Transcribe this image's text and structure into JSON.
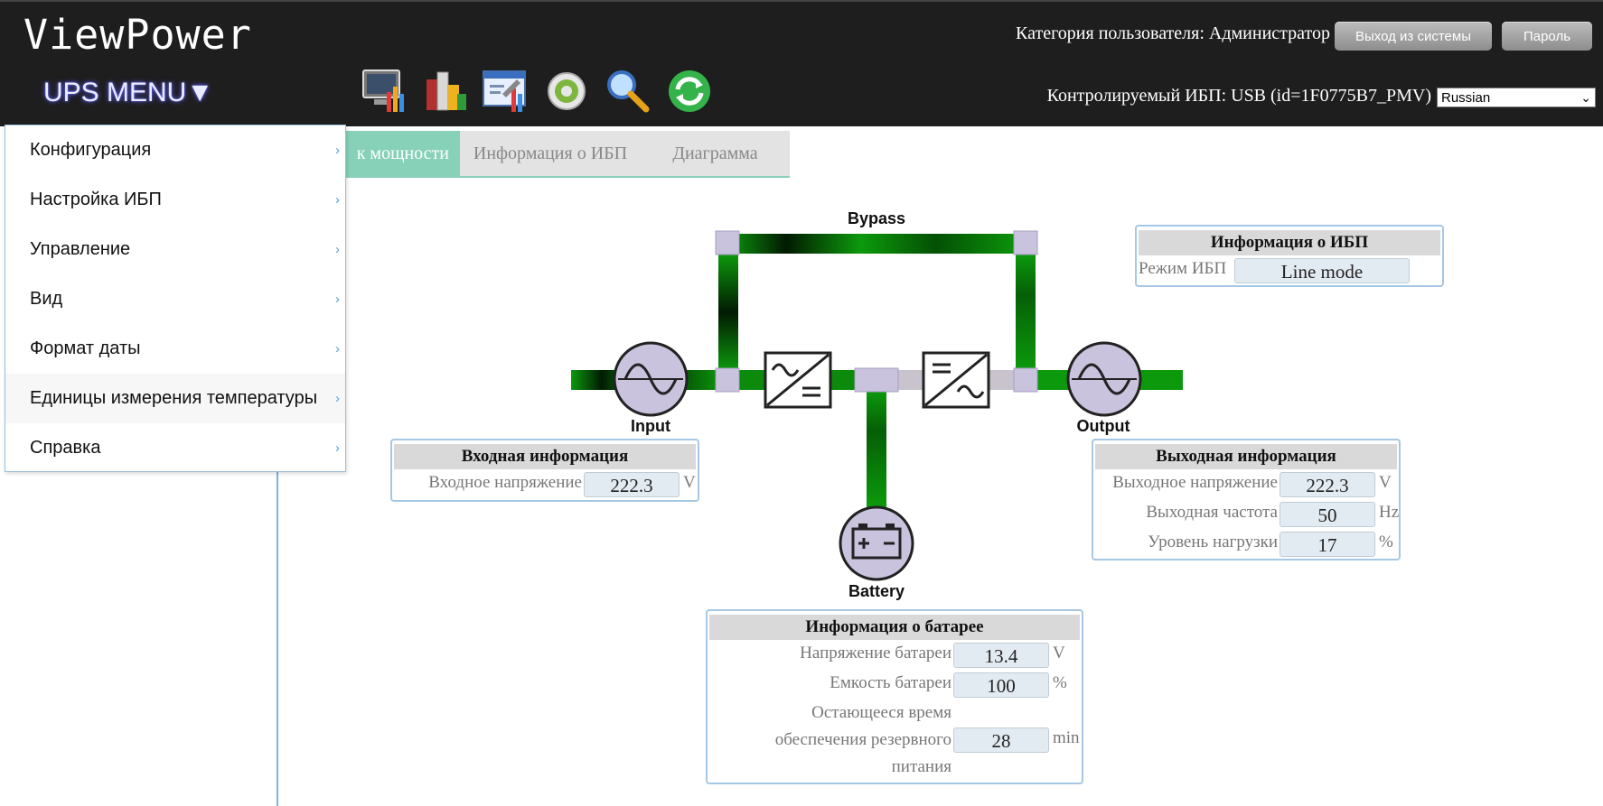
{
  "header": {
    "logo": "ViewPower",
    "ups_menu": "UPS MENU▼",
    "user_category": "Категория пользователя: Администратор",
    "logout_button": "Выход из системы",
    "password_button": "Пароль",
    "monitored_ups": "Контролируемый ИБП: USB (id=1F0775B7_PMV)",
    "language": "Russian"
  },
  "toolbar_icons": [
    "monitor-chart-icon",
    "bar-chart-icon",
    "settings-window-icon",
    "gear-icon",
    "magnifier-icon",
    "refresh-icon"
  ],
  "menu": {
    "items": [
      {
        "label": "Конфигурация"
      },
      {
        "label": "Настройка ИБП"
      },
      {
        "label": "Управление"
      },
      {
        "label": "Вид"
      },
      {
        "label": "Формат даты"
      },
      {
        "label": "Единицы измерения температуры"
      },
      {
        "label": "Справка"
      }
    ]
  },
  "tabs": [
    {
      "label": "к мощности"
    },
    {
      "label": "Информация о ИБП"
    },
    {
      "label": "Диаграмма"
    }
  ],
  "diagram": {
    "bypass": "Bypass",
    "input": "Input",
    "output": "Output",
    "battery": "Battery"
  },
  "ups_info": {
    "title": "Информация о ИБП",
    "mode_label": "Режим ИБП",
    "mode_value": "Line mode"
  },
  "input_info": {
    "title": "Входная информация",
    "voltage_label": "Входное напряжение",
    "voltage_value": "222.3",
    "voltage_unit": "V"
  },
  "output_info": {
    "title": "Выходная информация",
    "voltage_label": "Выходное напряжение",
    "voltage_value": "222.3",
    "voltage_unit": "V",
    "freq_label": "Выходная частота",
    "freq_value": "50",
    "freq_unit": "Hz",
    "load_label": "Уровень нагрузки",
    "load_value": "17",
    "load_unit": "%"
  },
  "battery_info": {
    "title": "Информация о батарее",
    "voltage_label": "Напряжение батареи",
    "voltage_value": "13.4",
    "voltage_unit": "V",
    "capacity_label": "Емкость батареи",
    "capacity_value": "100",
    "capacity_unit": "%",
    "runtime_label_1": "Остающееся время",
    "runtime_label_2": "обеспечения резервного",
    "runtime_label_3": "питания",
    "runtime_value": "28",
    "runtime_unit": "min"
  },
  "colors": {
    "header_bg": "#1e1e1e",
    "flow_green": "#0a8a0a",
    "tab_active": "#86d1b7",
    "box_border": "#a6c8e4",
    "node_fill": "#c9c3de"
  }
}
